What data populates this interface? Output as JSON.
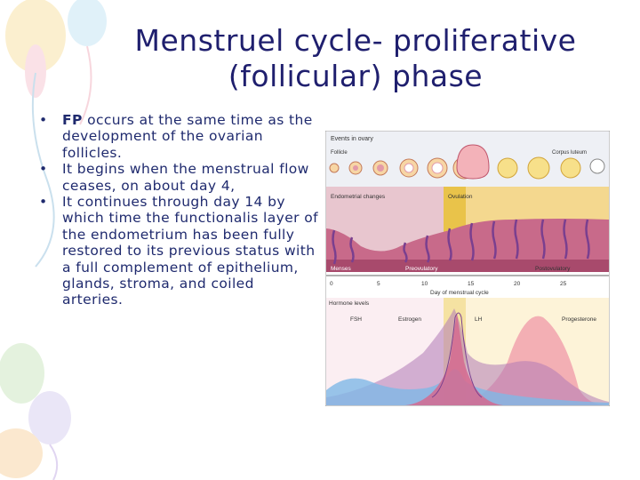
{
  "title": {
    "line1": "Menstruel cycle- proliferative",
    "line2": "(follicular) phase"
  },
  "bullets": [
    {
      "strong": "FP",
      "text": " occurs at the same time as the development of the ovarian follicles."
    },
    {
      "strong": "",
      "text": "It begins when the menstrual flow ceases, on about day 4,"
    },
    {
      "strong": "",
      "text": "It continues through day 14 by which time the functionalis layer of the endometrium has been fully restored to its previous status with a full complement of epithelium, glands, stroma, and coiled arteries."
    }
  ],
  "figure": {
    "events_label": "Events in ovary",
    "follicle_label": "Follicle",
    "corpus_label": "Corpus luteum",
    "endometrial_label": "Endometrial changes",
    "ovulation_label": "Ovulation",
    "phase_menses": "Menses",
    "phase_preovulatory": "Preovulatory",
    "phase_postovulatory": "Postovulatory",
    "ticks": [
      "0",
      "5",
      "10",
      "15",
      "20",
      "25"
    ],
    "axis_label": "Day of menstrual cycle",
    "hormone_label": "Hormone levels",
    "fsh": "FSH",
    "estrogen": "Estrogen",
    "lh": "LH",
    "progesterone": "Progesterone",
    "colors": {
      "ovary_band": "#eef0f5",
      "ovulation_band": "#e9c34a",
      "postovulatory_band": "#f4d88f",
      "endometrium": "#c86a8a",
      "fsh": "#7fb8e6",
      "estrogen": "#b07ab6",
      "lh": "#d56a8f",
      "progesterone": "#f2a7b0"
    }
  }
}
